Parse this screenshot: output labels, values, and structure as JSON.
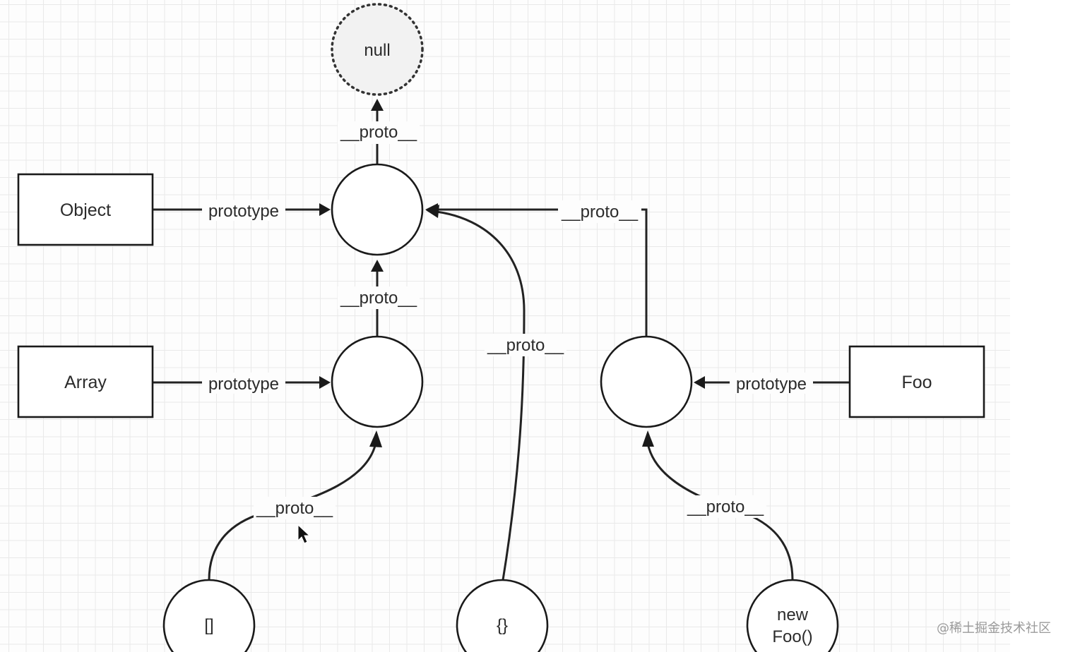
{
  "diagram": {
    "nodes": {
      "null": "null",
      "object_ctor": "Object",
      "array_ctor": "Array",
      "foo_ctor": "Foo",
      "array_literal": "[]",
      "object_literal": "{}",
      "foo_instance_line1": "new",
      "foo_instance_line2": "Foo()"
    },
    "edges": {
      "object_prototype": "prototype",
      "array_prototype": "prototype",
      "foo_prototype": "prototype",
      "objproto_to_null": "__proto__",
      "arrproto_to_objproto": "__proto__",
      "fooproto_to_objproto": "__proto__",
      "objlit_to_objproto": "__proto__",
      "arrlit_to_arrproto": "__proto__",
      "fooinst_to_fooproto": "__proto__"
    }
  },
  "watermark": "@稀土掘金技术社区"
}
